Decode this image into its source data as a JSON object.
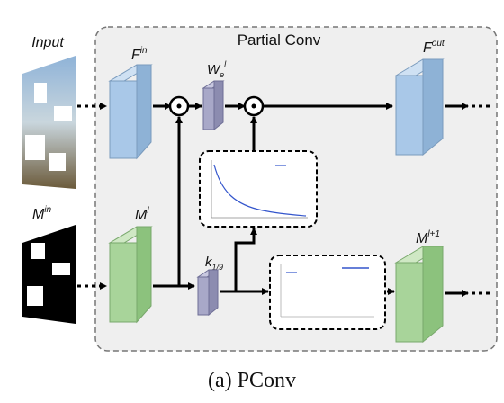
{
  "title": "Partial Conv",
  "caption": "(a) PConv",
  "labels": {
    "input": "Input",
    "mask_in": "M",
    "mask_in_sup": "in",
    "f_in": "F",
    "f_in_sup": "in",
    "f_out": "F",
    "f_out_sup": "out",
    "m_l": "M",
    "m_l_sup": "l",
    "m_next": "M",
    "m_next_sup": "l+1",
    "weight": "W",
    "weight_sub": "e",
    "weight_sup": "l",
    "kernel": "k",
    "kernel_sub": "1/9"
  },
  "colors": {
    "feature_blue": "#a9c8e8",
    "mask_green": "#a8d49a",
    "kernel_purple": "#a8a8c8",
    "panel_bg": "#efefef",
    "plot_line": "#3355cc"
  }
}
